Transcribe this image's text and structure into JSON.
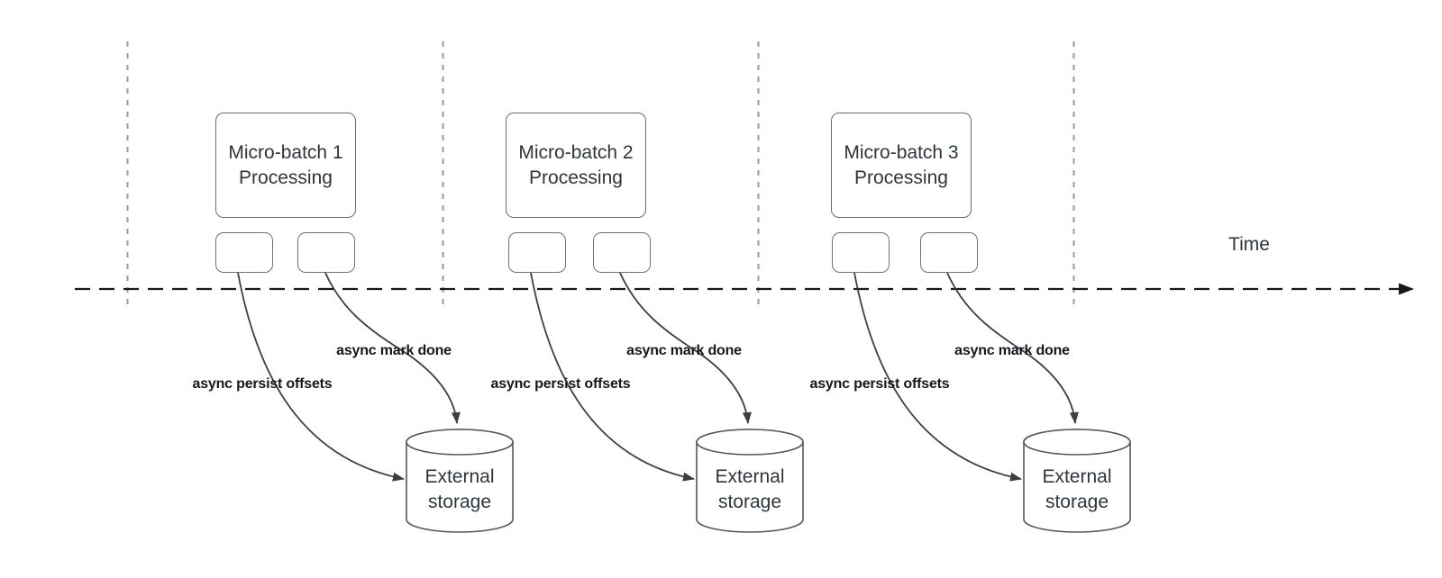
{
  "colors": {
    "background": "#ffffff",
    "shape_stroke": "#676c72",
    "flow_stroke": "#3b4045",
    "timeline_stroke": "#16181d",
    "grid_stroke": "#9b9b9b",
    "box_text": "#2f353b",
    "label_text": "#14181c"
  },
  "time_axis": {
    "label": "Time"
  },
  "sections": [
    {
      "processing_box": {
        "line1": "Micro-batch 1",
        "line2": "Processing"
      },
      "persist_label": "async persist offsets",
      "mark_done_label": "async mark done",
      "storage": {
        "line1": "External",
        "line2": "storage"
      }
    },
    {
      "processing_box": {
        "line1": "Micro-batch 2",
        "line2": "Processing"
      },
      "persist_label": "async persist offsets",
      "mark_done_label": "async mark done",
      "storage": {
        "line1": "External",
        "line2": "storage"
      }
    },
    {
      "processing_box": {
        "line1": "Micro-batch 3",
        "line2": "Processing"
      },
      "persist_label": "async persist offsets",
      "mark_done_label": "async mark done",
      "storage": {
        "line1": "External",
        "line2": "storage"
      }
    }
  ]
}
